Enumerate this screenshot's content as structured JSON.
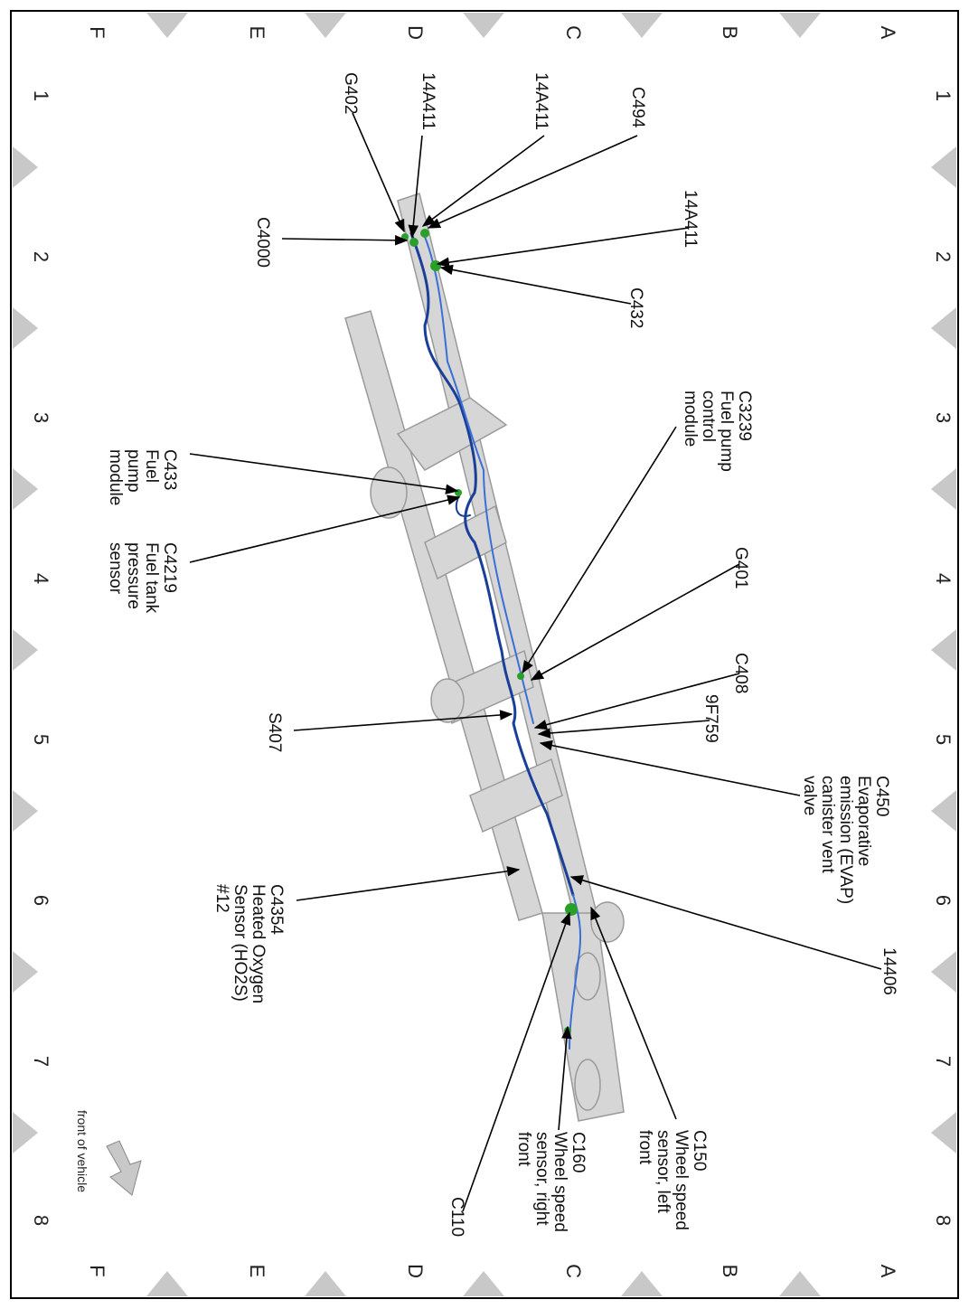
{
  "grid": {
    "columns": [
      "1",
      "2",
      "3",
      "4",
      "5",
      "6",
      "7",
      "8"
    ],
    "rows": [
      "A",
      "B",
      "C",
      "D",
      "E",
      "F"
    ]
  },
  "labels": {
    "g402": "G402",
    "c14a411_a": "14A411",
    "c14a411_b": "14A411",
    "c494": "C494",
    "c14a411_c": "14A411",
    "c4000": "C4000",
    "c432": "C432",
    "c3239": [
      "C3239",
      "Fuel pump",
      "control",
      "module"
    ],
    "c433": [
      "C433",
      "Fuel",
      "pump",
      "module"
    ],
    "c4219": [
      "C4219",
      "Fuel tank",
      "pressure",
      "sensor"
    ],
    "g401": "G401",
    "c408": "C408",
    "c9f759": "9F759",
    "s407": "S407",
    "c450": [
      "C450",
      "Evaporative",
      "emission (EVAP)",
      "canister vent",
      "valve"
    ],
    "c4354": [
      "C4354",
      "Heated Oxygen",
      "Sensor (HO2S)",
      "#12"
    ],
    "c14406": "14406",
    "c150": [
      "C150",
      "Wheel speed",
      "sensor, left",
      "front"
    ],
    "c160": [
      "C160",
      "Wheel speed",
      "sensor, right",
      "front"
    ],
    "c110": "C110",
    "front": "front of vehicle"
  }
}
